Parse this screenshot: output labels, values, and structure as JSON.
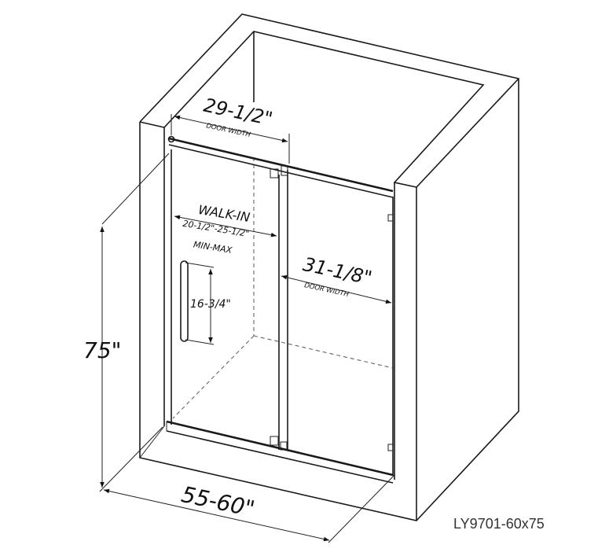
{
  "dimensions": {
    "left_door_width": "29-1/2\"",
    "left_door_caption": "DOOR WIDTH",
    "walk_in_title": "WALK-IN",
    "walk_in_range": "20-1/2\"-25-1/2\"",
    "walk_in_caption": "MIN-MAX",
    "handle_length": "16-3/4\"",
    "right_door_width": "31-1/8\"",
    "right_door_caption": "DOOR WIDTH",
    "height": "75\"",
    "overall_width": "55-60\""
  },
  "model_code": "LY9701-60x75",
  "colors": {
    "line": "#1a1a1a",
    "background": "#ffffff"
  }
}
